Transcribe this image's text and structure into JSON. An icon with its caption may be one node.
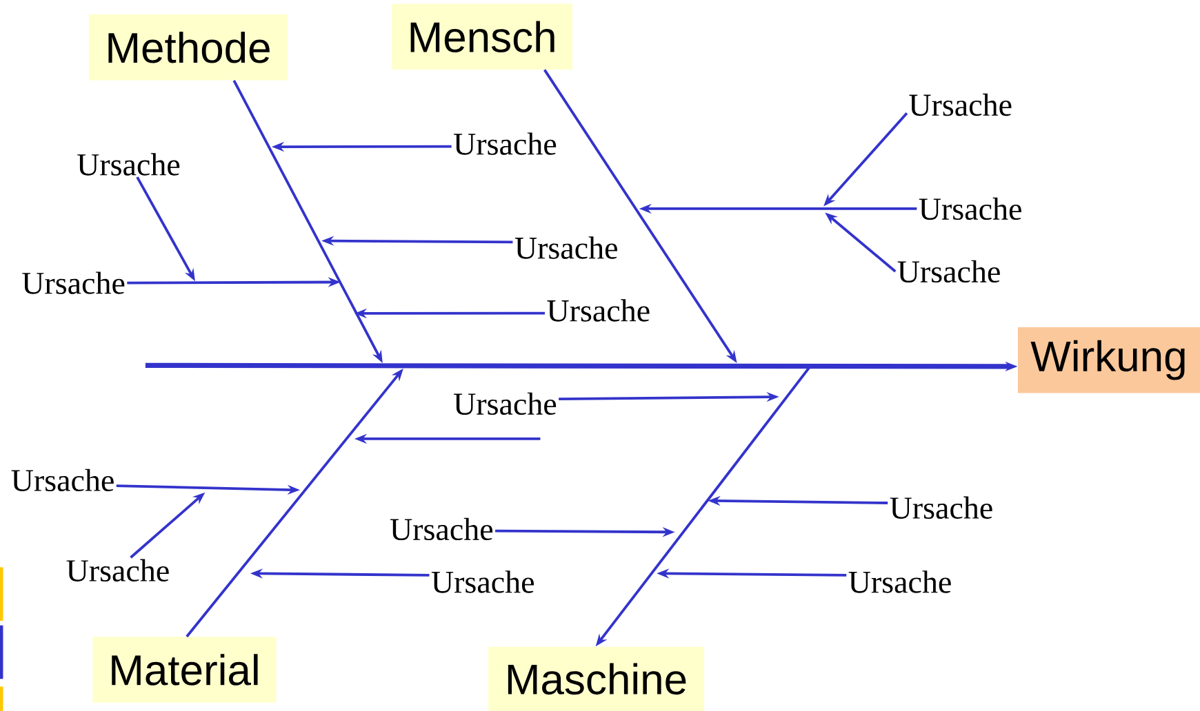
{
  "diagram": {
    "nodes": [
      {
        "text": [
          "Methode"
        ]
      },
      {
        "text": [
          "Mensch"
        ]
      },
      {
        "text": [
          "Wirkung"
        ]
      },
      {
        "text": [
          "Material"
        ]
      },
      {
        "text": [
          "Maschine"
        ]
      },
      {
        "text": [
          "Ursache"
        ]
      },
      {
        "text": [
          "Ursache"
        ]
      },
      {
        "text": [
          "Ursache"
        ]
      },
      {
        "text": [
          "Ursache"
        ]
      },
      {
        "text": [
          "Ursache"
        ]
      },
      {
        "text": [
          "Ursache"
        ]
      },
      {
        "text": [
          "Ursache"
        ]
      },
      {
        "text": [
          "Ursache"
        ]
      },
      {
        "text": [
          "Ursache"
        ]
      },
      {
        "text": [
          "Ursache"
        ]
      },
      {
        "text": [
          "Ursache"
        ]
      },
      {
        "text": [
          "Ursache"
        ]
      },
      {
        "text": [
          "Ursache"
        ]
      },
      {
        "text": [
          "Ursache"
        ]
      },
      {
        "text": [
          "Ursache"
        ]
      }
    ],
    "edges": [
      {
        "from": null,
        "to": 2,
        "arrow": "to",
        "style": "thick"
      },
      {
        "from": 0,
        "to": null,
        "arrow": "to"
      },
      {
        "from": 1,
        "to": null,
        "arrow": "to"
      },
      {
        "from": 3,
        "to": null,
        "arrow": "to"
      },
      {
        "from": null,
        "to": 4,
        "arrow": "to"
      },
      {
        "from": 5,
        "to": null,
        "arrow": "to"
      },
      {
        "from": 6,
        "to": null,
        "arrow": "to"
      },
      {
        "from": 7,
        "to": null,
        "arrow": "to"
      },
      {
        "from": 8,
        "to": null,
        "arrow": "to"
      },
      {
        "from": 9,
        "to": null,
        "arrow": "to"
      },
      {
        "from": 10,
        "to": null,
        "arrow": "to"
      },
      {
        "from": 11,
        "to": null,
        "arrow": "to"
      },
      {
        "from": 12,
        "to": null,
        "arrow": "to"
      },
      {
        "from": 13,
        "to": null,
        "arrow": "to"
      },
      {
        "from": 14,
        "to": null,
        "arrow": "to"
      },
      {
        "from": 15,
        "to": null,
        "arrow": "to"
      },
      {
        "from": 16,
        "to": null,
        "arrow": "to"
      },
      {
        "from": 17,
        "to": null,
        "arrow": "to"
      },
      {
        "from": 18,
        "to": null,
        "arrow": "to"
      },
      {
        "from": 19,
        "to": null,
        "arrow": "to"
      }
    ]
  }
}
